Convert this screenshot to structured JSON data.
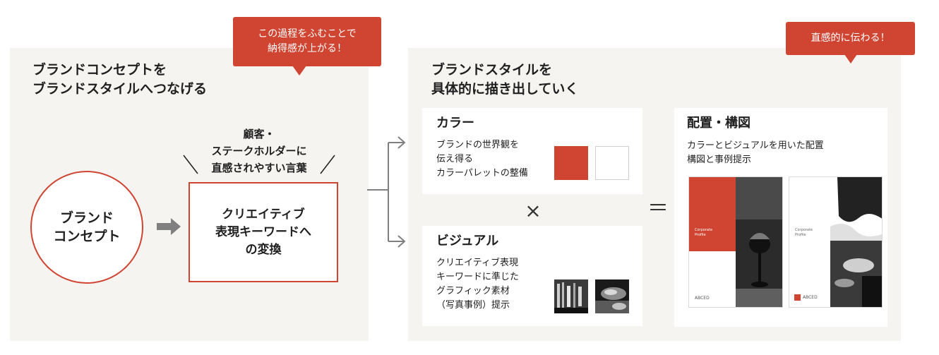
{
  "left_panel": {
    "title": "ブランドコンセプトを\nブランドスタイルへつなげる",
    "bubble": "この過程をふむことで\n納得感が上がる！",
    "circle_label": "ブランド\nコンセプト",
    "audience_text": "顧客・\nステークホルダーに\n直感されやすい言葉",
    "box_label": "クリエイティブ\n表現キーワードへ\nの変換"
  },
  "right_panel": {
    "title": "ブランドスタイルを\n具体的に描き出していく",
    "bubble": "直感的に伝わる！",
    "color_card": {
      "title": "カラー",
      "desc": "ブランドの世界観を\n伝え得る\nカラーパレットの整備"
    },
    "visual_card": {
      "title": "ビジュアル",
      "desc": "クリエイティブ表現\nキーワードに準じた\nグラフィック素材\n（写真事例）提示"
    },
    "layout_card": {
      "title": "配置・構図",
      "desc": "カラーとビジュアルを用いた配置\n構図と事例提示",
      "sample1": {
        "heading": "Corporate\nProfile",
        "brand": "ABCED"
      },
      "sample2": {
        "heading": "Corporate\nProfile",
        "brand": "ABCED"
      }
    },
    "times_symbol": "×",
    "equals_symbol": "＝"
  },
  "colors": {
    "accent": "#cf4532",
    "panel": "#f5f4f1",
    "text": "#1f1f1f",
    "arrow": "#808080"
  }
}
